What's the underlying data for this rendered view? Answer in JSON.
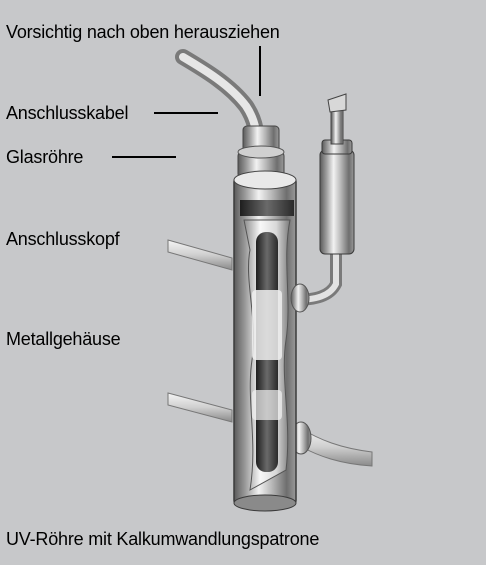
{
  "diagram": {
    "labels": {
      "pull_out": "Vorsichtig nach oben herausziehen",
      "cable": "Anschlusskabel",
      "glass_tube": "Glasröhre",
      "connection_head": "Anschlusskopf",
      "housing": "Metallgehäuse"
    },
    "caption": "UV-Röhre mit Kalkumwandlungspatrone"
  }
}
